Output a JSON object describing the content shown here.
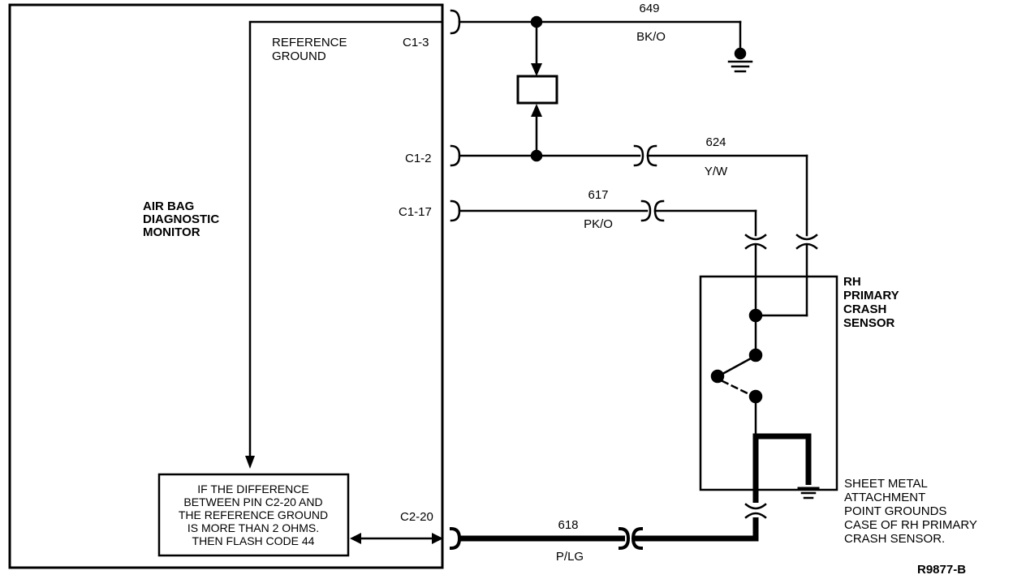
{
  "monitor": {
    "title_lines": [
      "AIR BAG",
      "DIAGNOSTIC",
      "MONITOR"
    ],
    "reference_ground_lines": [
      "REFERENCE",
      "GROUND"
    ],
    "note_lines": [
      "IF THE DIFFERENCE",
      "BETWEEN PIN C2-20 AND",
      "THE REFERENCE GROUND",
      "IS MORE THAN 2 OHMS.",
      "THEN FLASH CODE 44"
    ]
  },
  "pins": {
    "c1_3": "C1-3",
    "c1_2": "C1-2",
    "c1_17": "C1-17",
    "c2_20": "C2-20"
  },
  "wires": {
    "w649": {
      "circuit": "649",
      "color": "BK/O"
    },
    "w624": {
      "circuit": "624",
      "color": "Y/W"
    },
    "w617": {
      "circuit": "617",
      "color": "PK/O"
    },
    "w618": {
      "circuit": "618",
      "color": "P/LG"
    }
  },
  "sensor": {
    "title_lines": [
      "RH",
      "PRIMARY",
      "CRASH",
      "SENSOR"
    ],
    "ground_note_lines": [
      "SHEET METAL",
      "ATTACHMENT",
      "POINT GROUNDS",
      "CASE OF RH PRIMARY",
      "CRASH SENSOR."
    ]
  },
  "figure_ref": "R9877-B"
}
